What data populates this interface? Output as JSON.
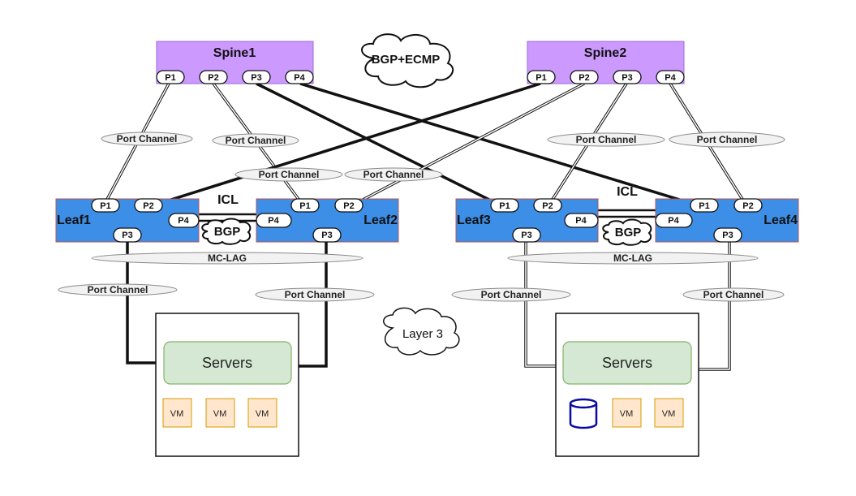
{
  "colors": {
    "spine_fill": "#cc99ff",
    "spine_stroke": "#9b6bd6",
    "leaf_fill": "#3d8ee6",
    "leaf_stroke": "#b85450",
    "server_fill": "#d5e8d4",
    "server_stroke": "#82b366",
    "vm_fill": "#ffe6cc",
    "vm_stroke": "#d79b00",
    "db_stroke": "#0a0aa0"
  },
  "spines": [
    {
      "name": "Spine1",
      "ports": [
        "P1",
        "P2",
        "P3",
        "P4"
      ]
    },
    {
      "name": "Spine2",
      "ports": [
        "P1",
        "P2",
        "P3",
        "P4"
      ]
    }
  ],
  "leaves": [
    {
      "name": "Leaf1",
      "ports": [
        "P1",
        "P2",
        "P4",
        "P3"
      ]
    },
    {
      "name": "Leaf2",
      "ports": [
        "P1",
        "P2",
        "P4",
        "P3"
      ]
    },
    {
      "name": "Leaf3",
      "ports": [
        "P1",
        "P2",
        "P4",
        "P3"
      ]
    },
    {
      "name": "Leaf4",
      "ports": [
        "P1",
        "P2",
        "P4",
        "P3"
      ]
    }
  ],
  "clouds": {
    "bgp_ecmp": "BGP+ECMP",
    "bgp_left": "BGP",
    "bgp_right": "BGP",
    "layer3": "Layer 3"
  },
  "icl": [
    "ICL",
    "ICL"
  ],
  "port_channel_label": "Port Channel",
  "mclag_label": "MC-LAG",
  "server_label": "Servers",
  "vm_label": "VM"
}
